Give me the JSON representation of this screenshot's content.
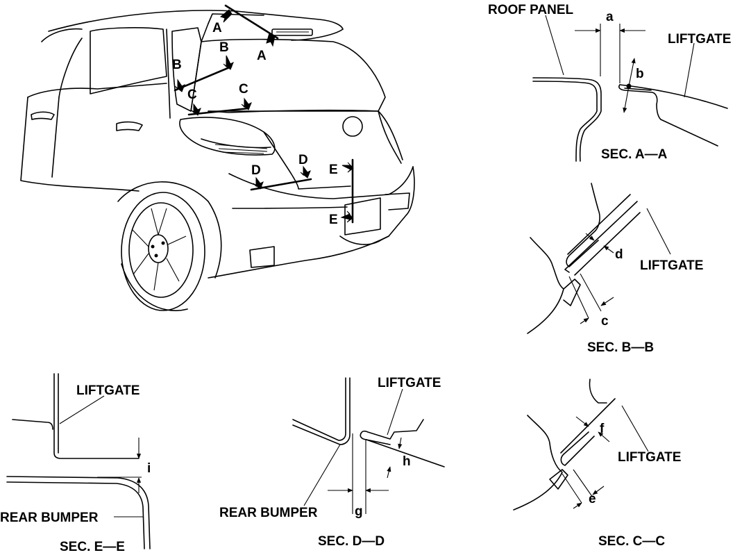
{
  "car_view": {
    "markers": {
      "a1": "A",
      "a2": "A",
      "b1": "B",
      "b2": "B",
      "c1": "C",
      "c2": "C",
      "d1": "D",
      "d2": "D",
      "e1": "E",
      "e2": "E"
    }
  },
  "sec_aa": {
    "roof_panel": "ROOF PANEL",
    "liftgate": "LIFTGATE",
    "dim_a": "a",
    "dim_b": "b",
    "title": "SEC. A—A"
  },
  "sec_bb": {
    "liftgate": "LIFTGATE",
    "dim_c": "c",
    "dim_d": "d",
    "title": "SEC. B—B"
  },
  "sec_cc": {
    "liftgate": "LIFTGATE",
    "dim_e": "e",
    "dim_f": "f",
    "title": "SEC. C—C"
  },
  "sec_dd": {
    "liftgate": "LIFTGATE",
    "rear_bumper": "REAR BUMPER",
    "dim_g": "g",
    "dim_h": "h",
    "title": "SEC. D—D"
  },
  "sec_ee": {
    "liftgate": "LIFTGATE",
    "rear_bumper": "REAR BUMPER",
    "dim_i": "i",
    "title": "SEC. E—E"
  }
}
